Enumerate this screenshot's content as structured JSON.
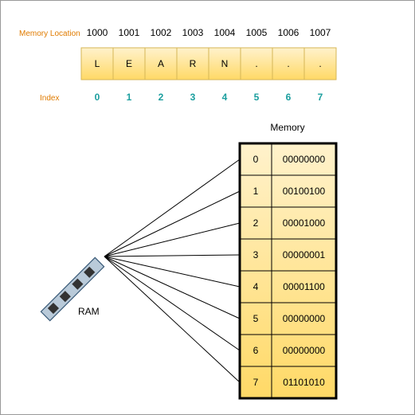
{
  "memory_location_label": "Memory Location",
  "index_label": "Index",
  "memory_title": "Memory",
  "ram_label": "RAM",
  "addresses": [
    "1000",
    "1001",
    "1002",
    "1003",
    "1004",
    "1005",
    "1006",
    "1007"
  ],
  "chars": [
    "L",
    "E",
    "A",
    "R",
    "N",
    ".",
    ".",
    "."
  ],
  "indices": [
    "0",
    "1",
    "2",
    "3",
    "4",
    "5",
    "6",
    "7"
  ],
  "memory_rows": [
    {
      "addr": "0",
      "value": "00000000"
    },
    {
      "addr": "1",
      "value": "00100100"
    },
    {
      "addr": "2",
      "value": "00001000"
    },
    {
      "addr": "3",
      "value": "00000001"
    },
    {
      "addr": "4",
      "value": "00001100"
    },
    {
      "addr": "5",
      "value": "00000000"
    },
    {
      "addr": "6",
      "value": "00000000"
    },
    {
      "addr": "7",
      "value": "01101010"
    }
  ],
  "colors": {
    "orange_label": "#e07b00",
    "teal_index": "#1a9e9e",
    "cell_top": "#fff2cc",
    "cell_bottom": "#ffd966",
    "cell_border": "#d6b656",
    "ram_body": "#b9cad9",
    "ram_border": "#3a5a78",
    "chip": "#333333"
  }
}
